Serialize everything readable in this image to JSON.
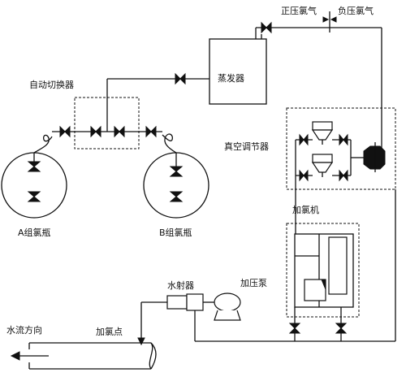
{
  "labels": {
    "positive_pressure_chlorine": "正压氯气",
    "negative_pressure_chlorine": "负压氯气",
    "auto_switcher": "自动切换器",
    "evaporator": "蒸发器",
    "vacuum_regulator": "真空调节器",
    "cylinder_a": "A组氯瓶",
    "cylinder_b": "B组氯瓶",
    "chlorinator": "加氯机",
    "booster_pump": "加压泵",
    "ejector": "水射器",
    "dosing_point": "加氯点",
    "water_flow_direction": "水流方向"
  }
}
